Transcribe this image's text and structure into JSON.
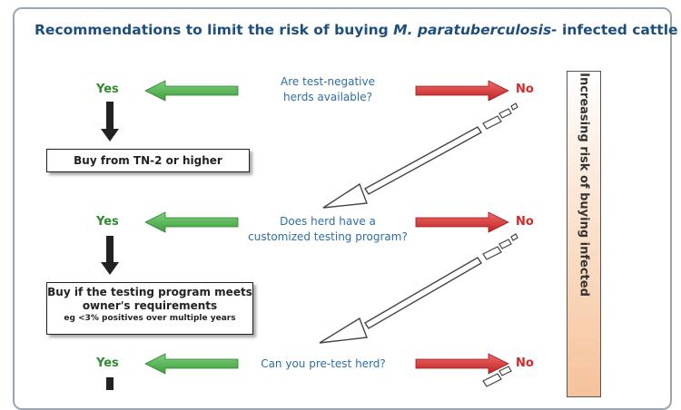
{
  "title": {
    "part1": "Recommendations to limit the risk of buying ",
    "italic": "M. paratuberculosis-",
    "part2": " infected cattle"
  },
  "steps": [
    {
      "question_line1": "Are test-negative",
      "question_line2": "herds available?",
      "yes": "Yes",
      "no": "No",
      "action_line1": "Buy from TN-2 or higher"
    },
    {
      "question_line1": "Does herd have a",
      "question_line2": "customized testing program?",
      "yes": "Yes",
      "no": "No",
      "action_line1": "Buy if the testing program meets",
      "action_line2": "owner's requirements",
      "action_note": "eg <3% positives over multiple years"
    },
    {
      "question_line1": "Can you pre-test herd?",
      "yes": "Yes",
      "no": "No"
    }
  ],
  "risk_label": "Increasing risk of buying infected",
  "colors": {
    "title": "#1e4e7d",
    "question": "#2e6ea6",
    "yes": "#2e8b2e",
    "no": "#d62828",
    "green_arrow": "#5cb85c",
    "red_arrow": "#d9363e"
  }
}
